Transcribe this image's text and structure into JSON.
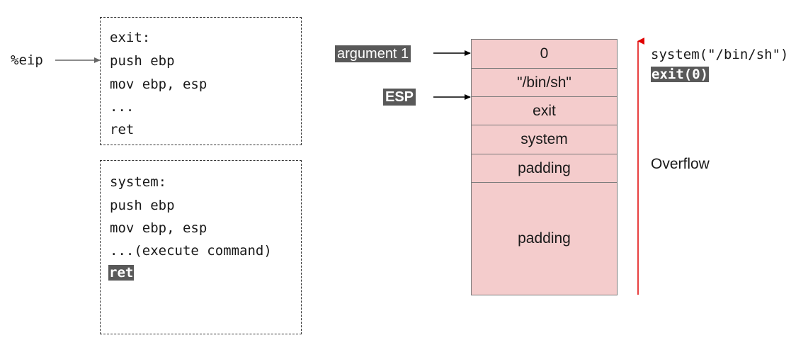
{
  "eip_label": "%eip",
  "exit_block": {
    "lines": [
      "exit:",
      "push ebp",
      "mov ebp, esp",
      "...",
      "ret"
    ]
  },
  "system_block": {
    "lines": [
      "system:",
      "push ebp",
      "mov ebp, esp",
      "...(execute command)",
      "ret"
    ]
  },
  "stack": {
    "cells": [
      "0",
      "\"/bin/sh\"",
      "exit",
      "system",
      "padding",
      "padding"
    ],
    "fill_color": "#f4cccc"
  },
  "pointers": {
    "argument": "argument 1",
    "esp": "ESP"
  },
  "right_text": {
    "call": "system(\"/bin/sh\")",
    "exit_call": "exit(0)",
    "overflow": "Overflow"
  },
  "colors": {
    "highlight": "#595959",
    "overflow_arrow": "#e00000"
  }
}
